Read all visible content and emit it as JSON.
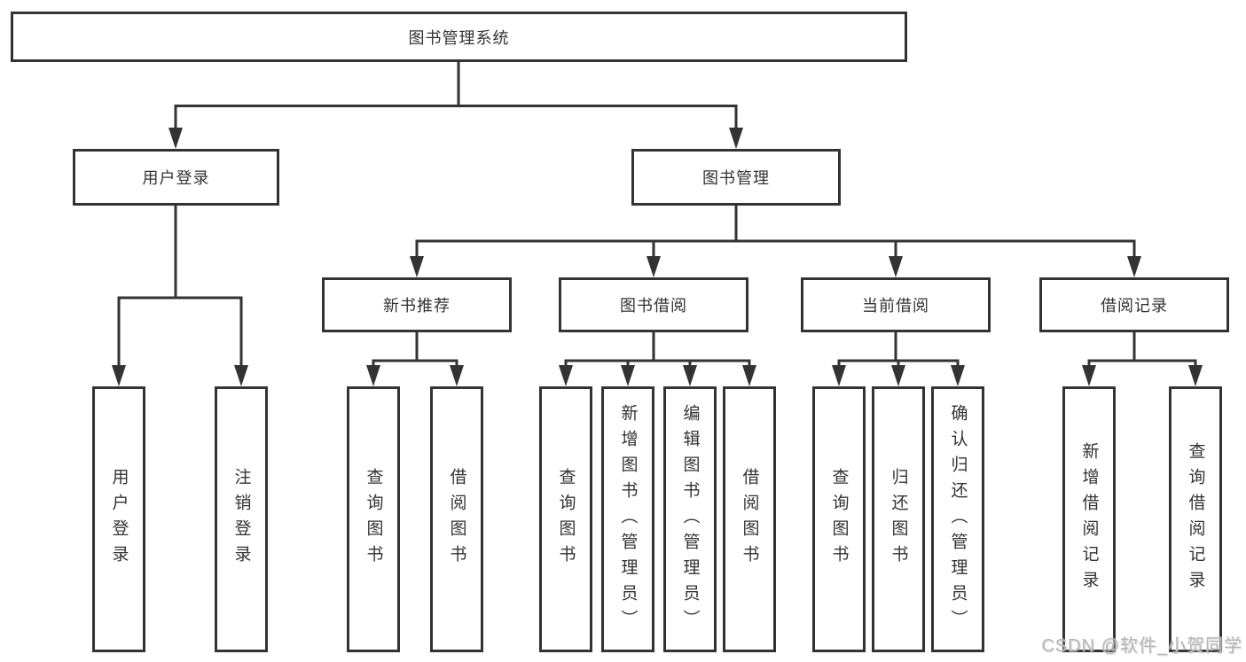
{
  "diagram": {
    "title": "图书管理系统",
    "nodes": {
      "root": "图书管理系统",
      "level2": [
        "用户登录",
        "图书管理"
      ],
      "level3": [
        "新书推荐",
        "图书借阅",
        "当前借阅",
        "借阅记录"
      ],
      "level4": {
        "user_login": [
          "用户登录",
          "注销登录"
        ],
        "new_book_rec": [
          "查询图书",
          "借阅图书"
        ],
        "book_borrow": [
          "查询图书",
          "新增图书（管理员）",
          "编辑图书（管理员）",
          "借阅图书"
        ],
        "current_borrow": [
          "查询图书",
          "归还图书",
          "确认归还（管理员）"
        ],
        "borrow_records": [
          "新增借阅记录",
          "查询借阅记录"
        ]
      }
    },
    "colors": {
      "line": "#333333",
      "text": "#333333",
      "box_background": "#ffffff",
      "page_background": "#ffffff",
      "watermark": "#b5b5b5"
    }
  },
  "watermark": "CSDN @软件_小贺同学"
}
